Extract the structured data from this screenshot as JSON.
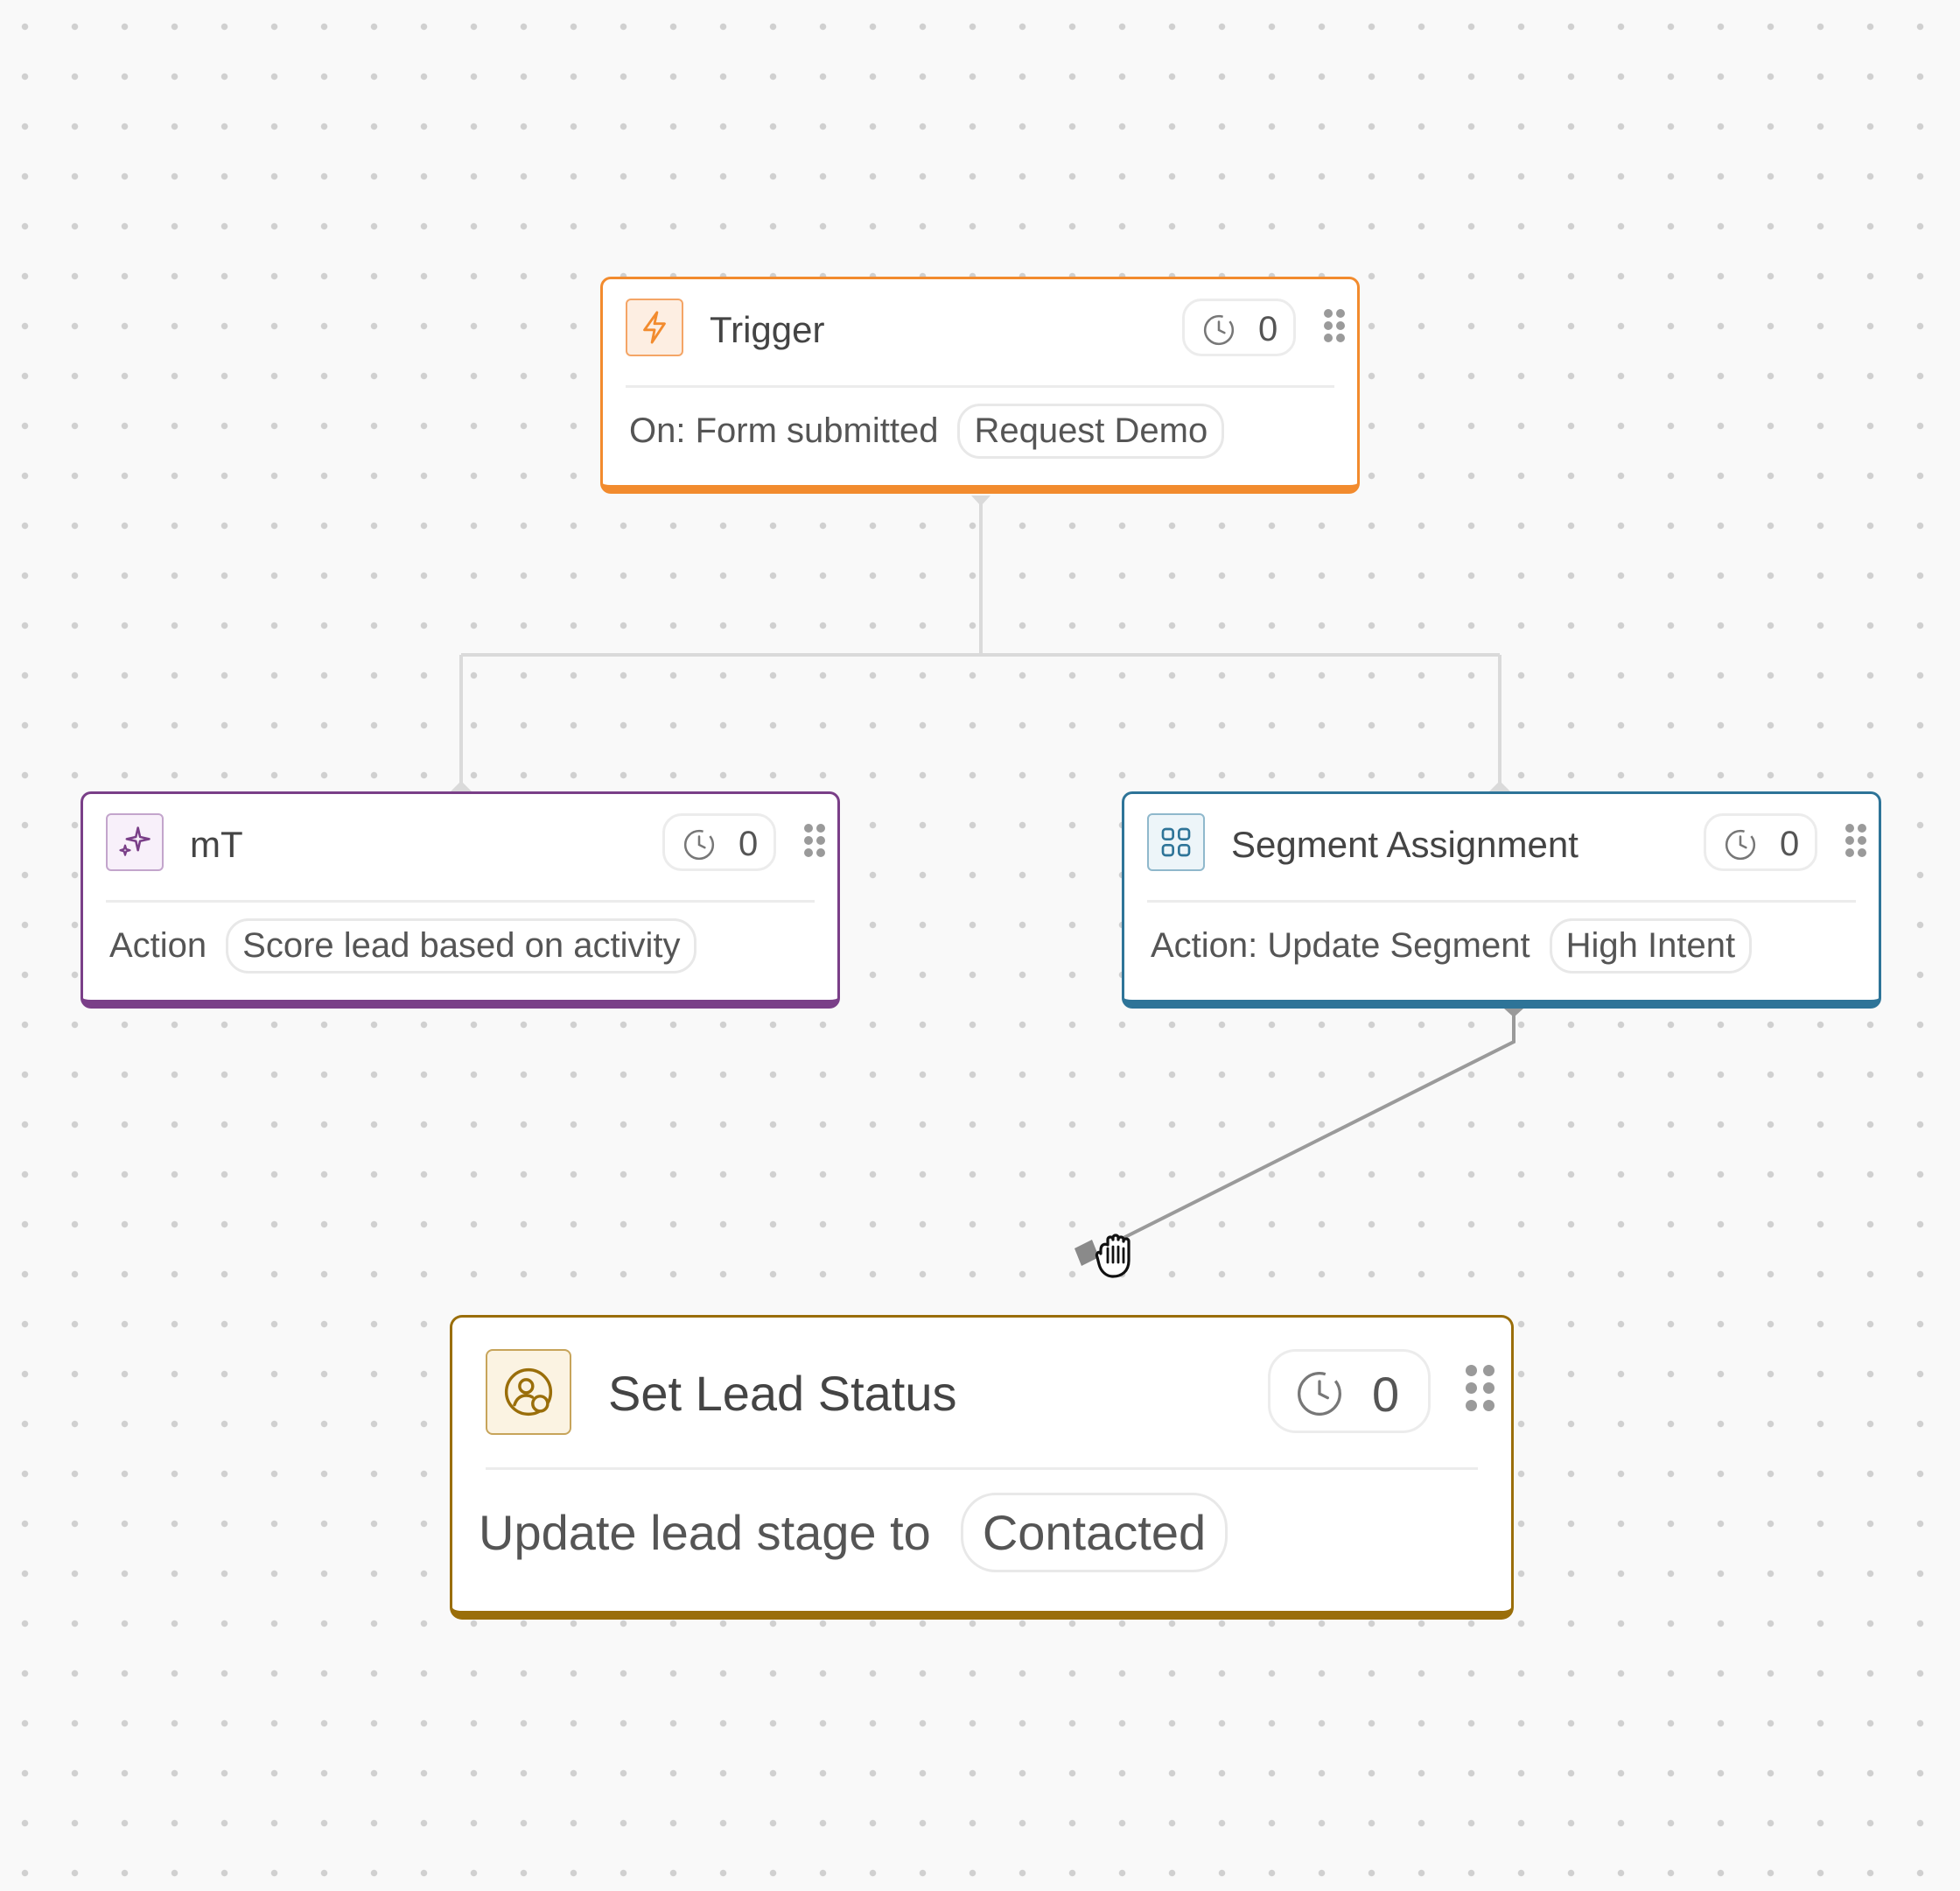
{
  "canvas": {
    "background": "#f9f9f9",
    "dot_color": "#d0d0d0",
    "edge_color": "#dadada",
    "drag_edge_color": "#9a9a9a"
  },
  "nodes": {
    "trigger": {
      "title": "Trigger",
      "icon": "lightning-bolt-icon",
      "accent": "#f28b2e",
      "count": "0",
      "label": "On: Form submitted",
      "value": "Request Demo"
    },
    "mt": {
      "title": "mT",
      "icon": "sparkles-icon",
      "accent": "#7a3f88",
      "count": "0",
      "label": "Action",
      "value": "Score lead based on activity"
    },
    "segment": {
      "title": "Segment Assignment",
      "icon": "segment-grid-icon",
      "accent": "#2e7498",
      "count": "0",
      "label": "Action: Update Segment",
      "value": "High Intent"
    },
    "lead_status": {
      "title": "Set Lead Status",
      "icon": "user-status-icon",
      "accent": "#9a6e0a",
      "count": "0",
      "label": "Update lead stage to",
      "value": "Contacted"
    }
  },
  "cursor": {
    "icon": "grab-hand-cursor-icon"
  }
}
